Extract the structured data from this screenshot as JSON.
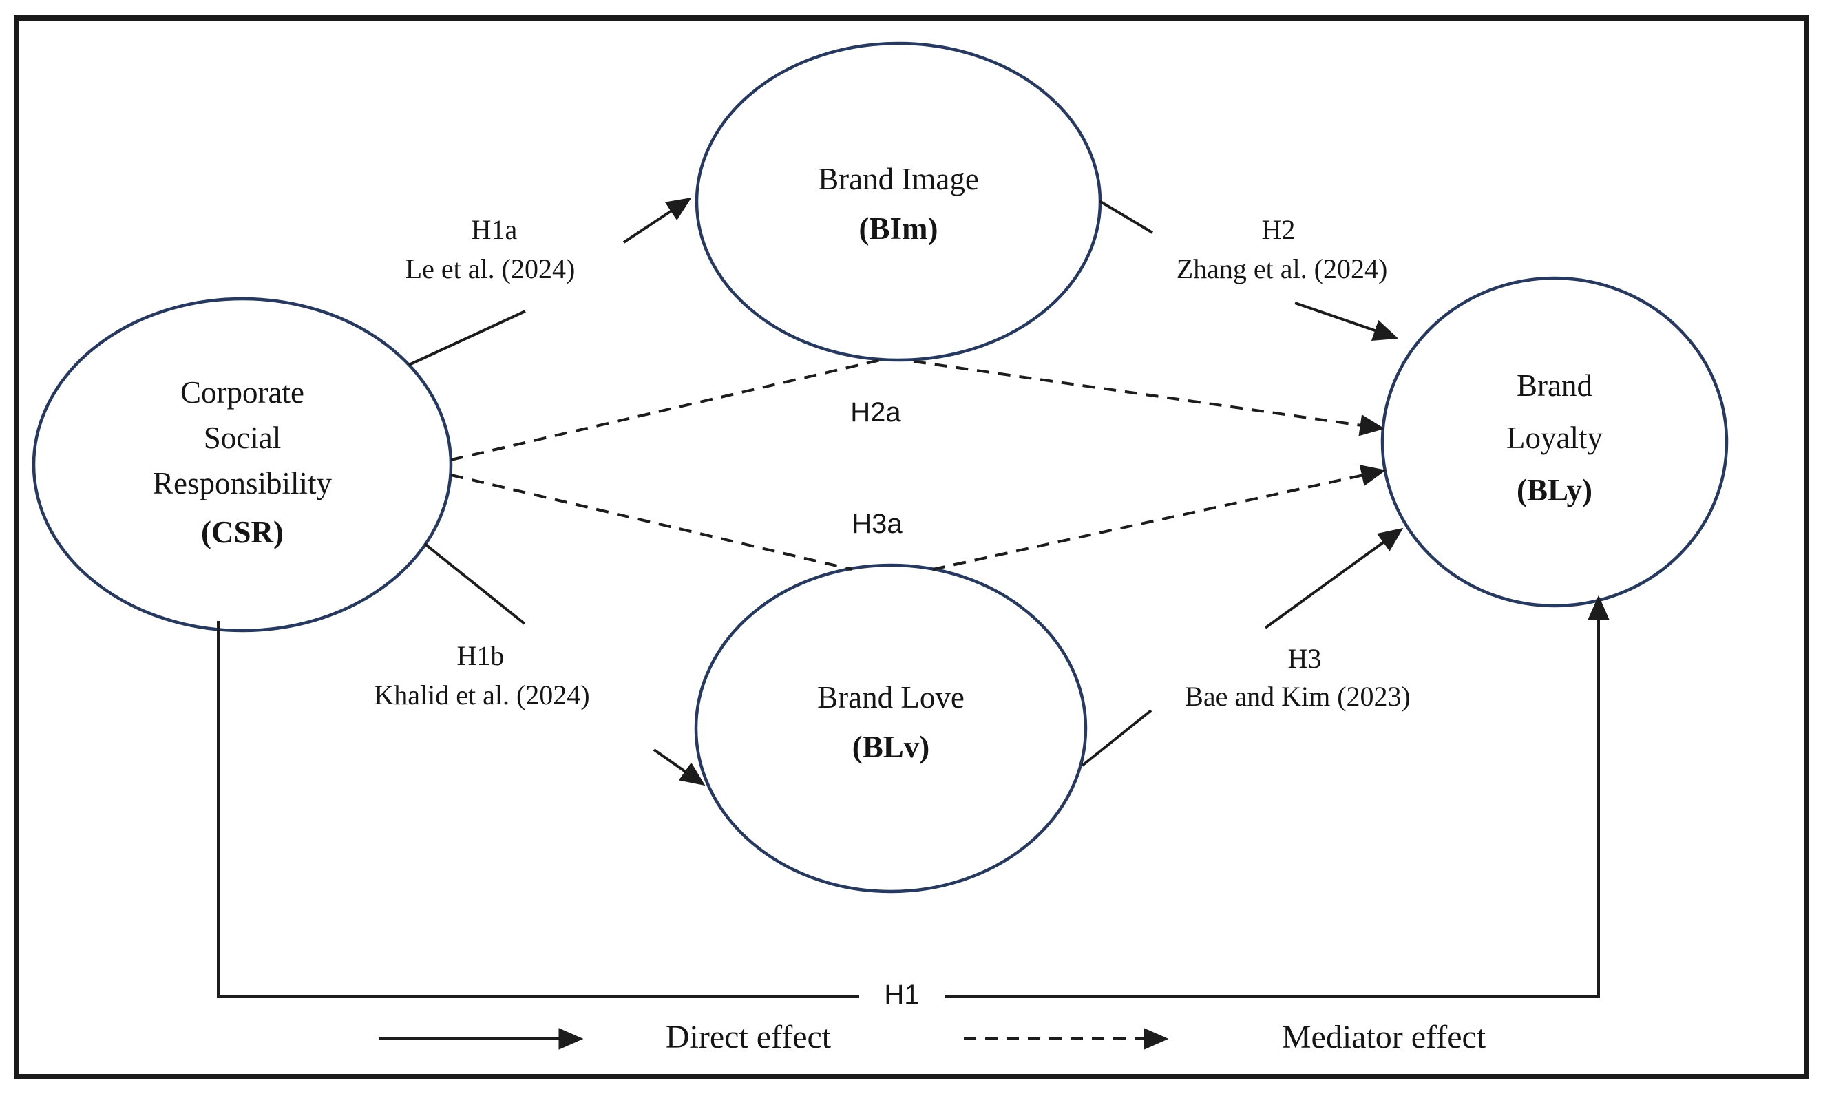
{
  "figure": {
    "kind": "structural-model-diagram",
    "colors": {
      "background": "#ffffff",
      "frame_border": "#1a1a1a",
      "ellipse_stroke": "#27395e",
      "line": "#1c1c1c",
      "text": "#151515"
    },
    "nodes": {
      "csr": {
        "line1": "Corporate",
        "line2": "Social",
        "line3": "Responsibility",
        "code": "(CSR)"
      },
      "brand_image": {
        "line1": "Brand Image",
        "code": "(BIm)"
      },
      "brand_love": {
        "line1": "Brand Love",
        "code": "(BLv)"
      },
      "brand_loyalty": {
        "line1": "Brand",
        "line2": "Loyalty",
        "code": "(BLy)"
      }
    },
    "edges": {
      "h1a": {
        "id": "H1a",
        "citation": "Le et al. (2024)",
        "type": "direct",
        "from": "CSR",
        "to": "Brand Image"
      },
      "h1b": {
        "id": "H1b",
        "citation": "Khalid et al. (2024)",
        "type": "direct",
        "from": "CSR",
        "to": "Brand Love"
      },
      "h2": {
        "id": "H2",
        "citation": "Zhang et al. (2024)",
        "type": "direct",
        "from": "Brand Image",
        "to": "Brand Loyalty"
      },
      "h3": {
        "id": "H3",
        "citation": "Bae and Kim (2023)",
        "type": "direct",
        "from": "Brand Love",
        "to": "Brand Loyalty"
      },
      "h1": {
        "id": "H1",
        "type": "direct",
        "from": "CSR",
        "to": "Brand Loyalty"
      },
      "h2a": {
        "id": "H2a",
        "type": "mediator",
        "from": "CSR",
        "to": "Brand Loyalty",
        "via": "Brand Image"
      },
      "h3a": {
        "id": "H3a",
        "type": "mediator",
        "from": "CSR",
        "to": "Brand Loyalty",
        "via": "Brand Love"
      }
    },
    "legend": {
      "direct_label": "Direct effect",
      "mediator_label": "Mediator effect"
    }
  }
}
